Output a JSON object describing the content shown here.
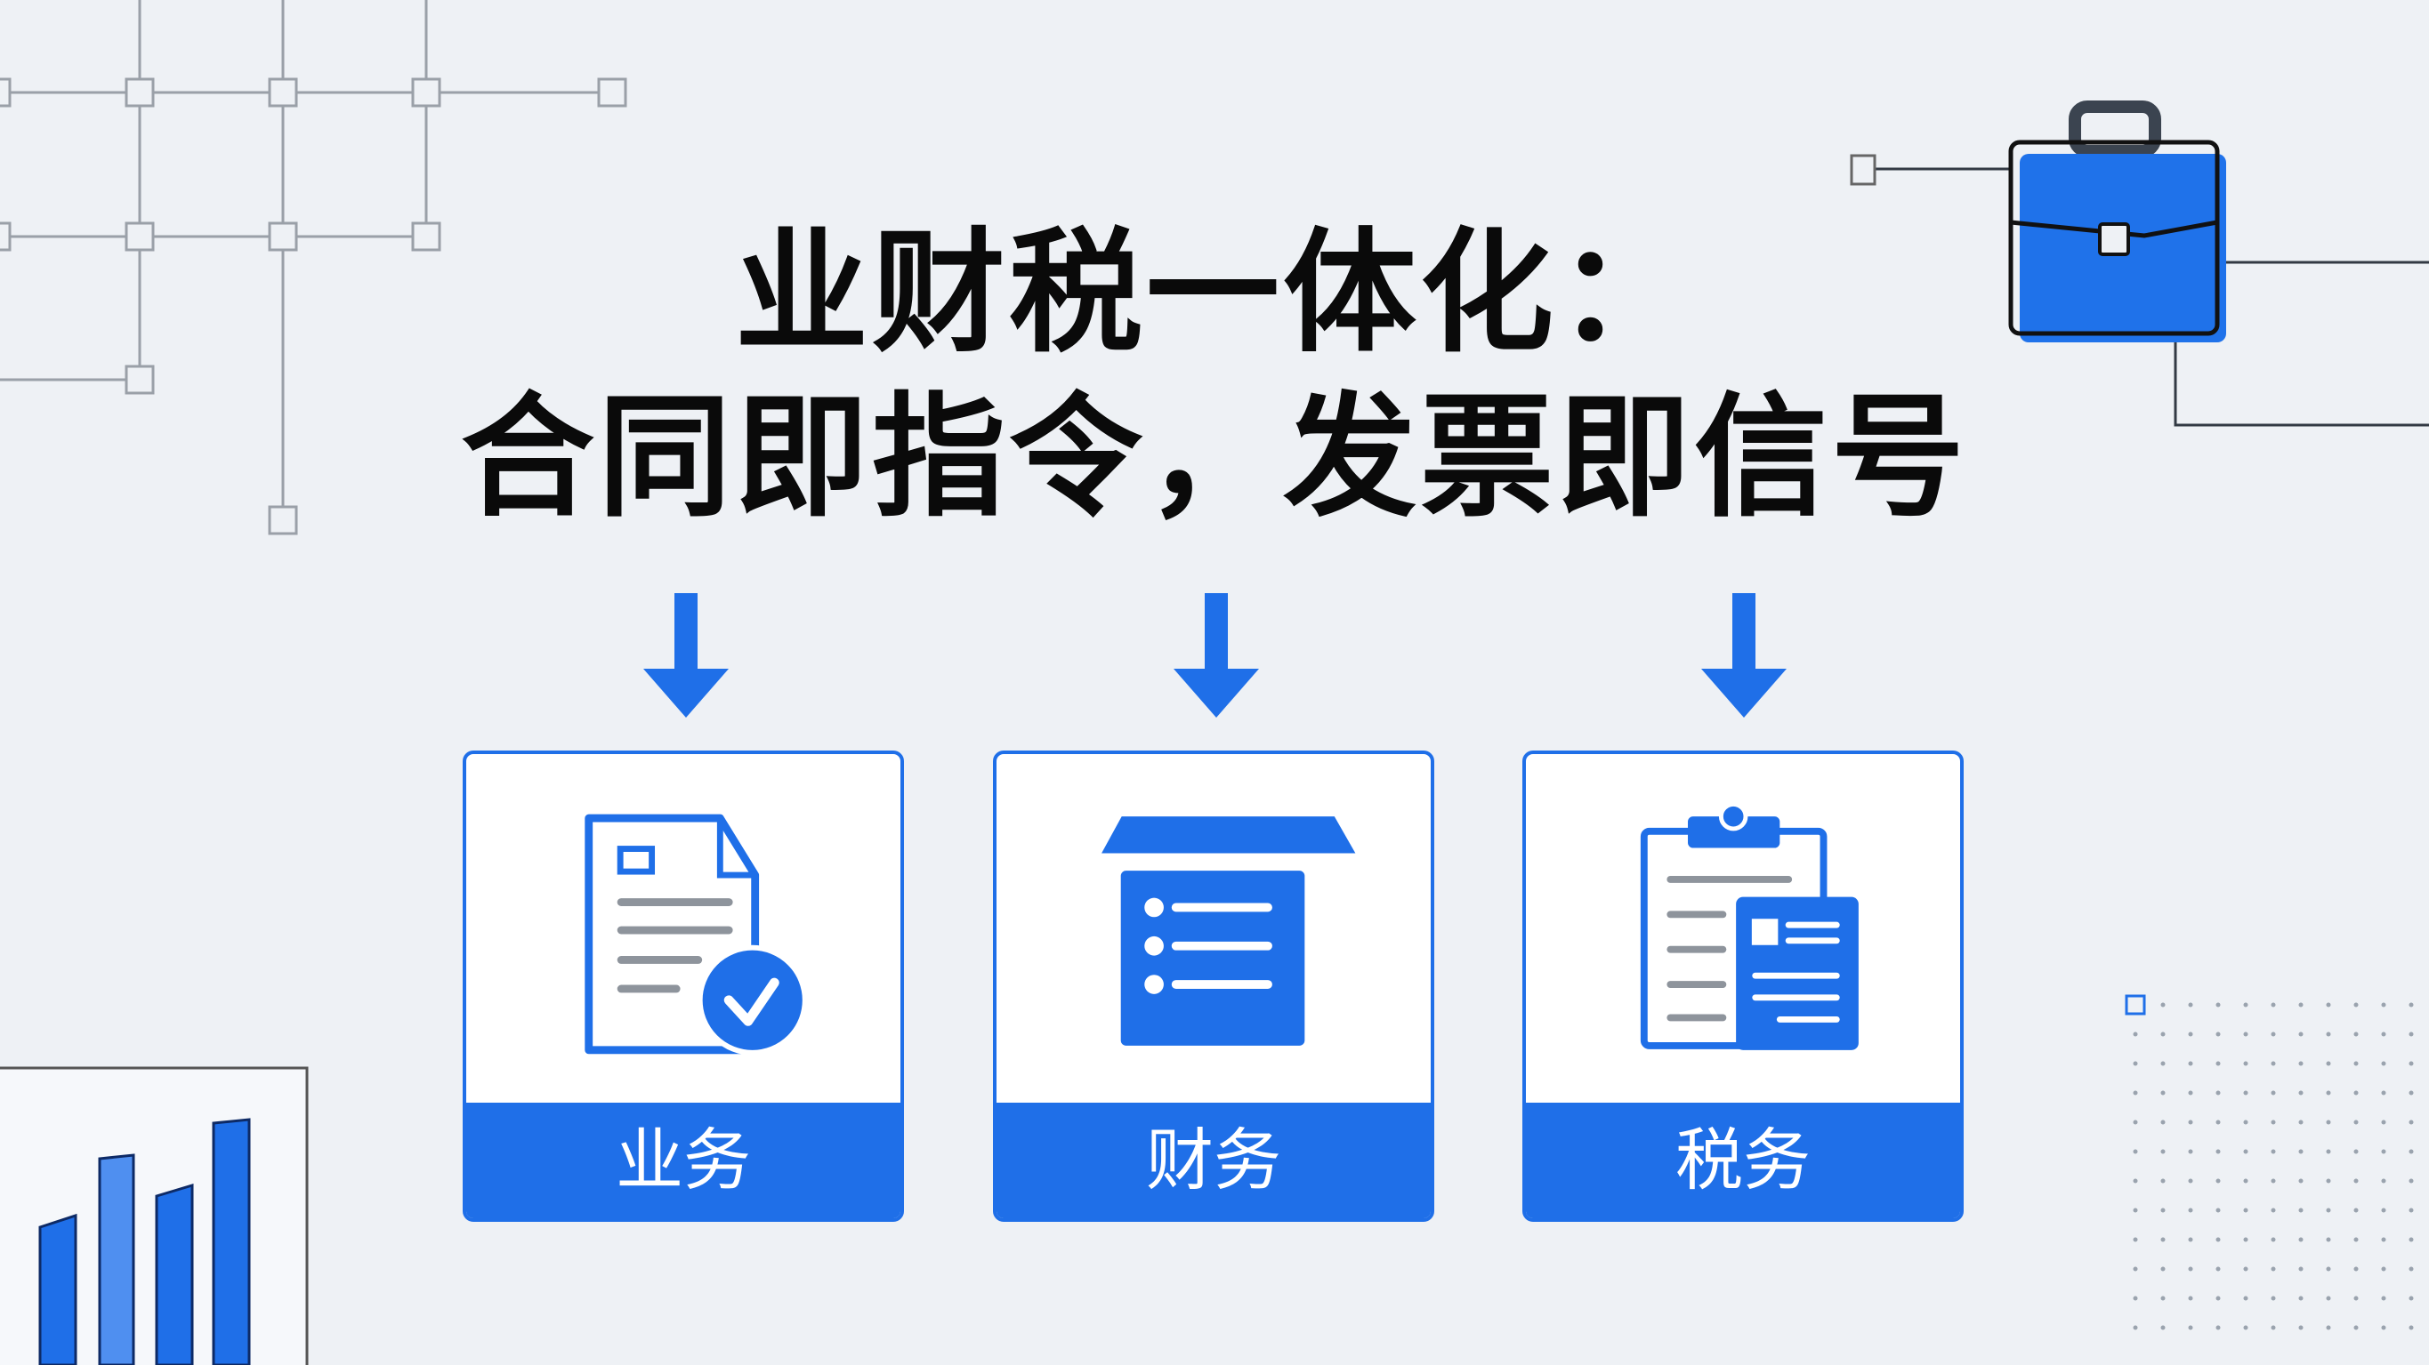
{
  "title": {
    "line1": "业财税一体化：",
    "line2": "合同即指令，发票即信号"
  },
  "cards": [
    {
      "label": "业务",
      "icon": "contract-check-icon"
    },
    {
      "label": "财务",
      "icon": "ledger-list-icon"
    },
    {
      "label": "税务",
      "icon": "clipboard-invoice-icon"
    }
  ],
  "colors": {
    "accent": "#1f6fe8",
    "background": "#eef1f5",
    "text": "#0a0a0a"
  }
}
